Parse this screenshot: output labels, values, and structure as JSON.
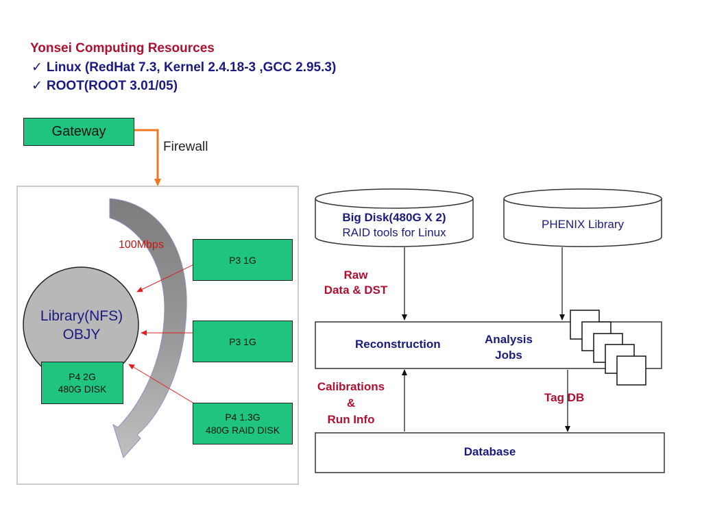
{
  "header": {
    "title": "Yonsei Computing Resources",
    "bullets": [
      "Linux (RedHat 7.3, Kernel 2.4.18-3 ,GCC 2.95.3)",
      "ROOT(ROOT 3.01/05)"
    ],
    "check_glyph": "✓"
  },
  "left": {
    "gateway": "Gateway",
    "firewall": "Firewall",
    "bandwidth": "100Mbps",
    "library_line1": "Library(NFS)",
    "library_line2": "OBJY",
    "p4_line1": "P4 2G",
    "p4_line2": "480G DISK",
    "node1": "P3 1G",
    "node2": "P3 1G",
    "node3_line1": "P4 1.3G",
    "node3_line2": "480G RAID DISK"
  },
  "right": {
    "bigdisk_line1": "Big Disk(480G X 2)",
    "bigdisk_line2": "RAID tools for Linux",
    "phenix": "PHENIX Library",
    "raw_line1": "Raw",
    "raw_line2": "Data & DST",
    "reconstruction": "Reconstruction",
    "analysis_line1": "Analysis",
    "analysis_line2": "Jobs",
    "calib_line1": "Calibrations",
    "calib_line2": "&",
    "calib_line3": "Run Info",
    "tagdb": "Tag DB",
    "database": "Database"
  },
  "colors": {
    "title_red": "#b01030",
    "bullet_blue": "#1a1a80",
    "node_green": "#1fc47f",
    "firewall_orange": "#f07820",
    "link_red": "#e02020"
  }
}
